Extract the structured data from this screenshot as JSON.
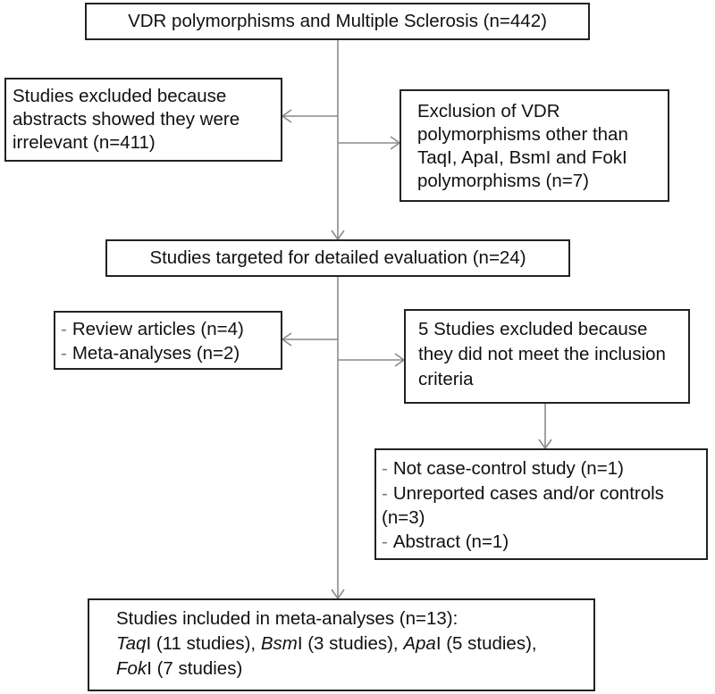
{
  "top": {
    "text": "VDR polymorphisms and Multiple Sclerosis (n=442)"
  },
  "excluded_abstracts": {
    "lines": [
      "Studies excluded because",
      "abstracts showed they were",
      "irrelevant (n=411)"
    ]
  },
  "excluded_polymorphisms": {
    "lines": [
      "Exclusion of VDR",
      "polymorphisms other than",
      "TaqI, ApaI, BsmI and FokI",
      "polymorphisms (n=7)"
    ]
  },
  "targeted": {
    "text": "Studies targeted for detailed evaluation (n=24)"
  },
  "reviews": {
    "items": [
      "Review articles (n=4)",
      "Meta-analyses (n=2)"
    ]
  },
  "excluded_criteria": {
    "lines": [
      "5 Studies excluded because",
      "they did not meet the inclusion",
      "criteria"
    ]
  },
  "reasons": {
    "items": [
      "Not case-control study (n=1)",
      "Unreported cases and/or controls",
      "(n=3)",
      "Abstract (n=1)"
    ]
  },
  "included": {
    "title": "Studies included in meta-analyses (n=13):",
    "taqi": "Taq",
    "taqi_suffix": "I (11 studies), ",
    "bsmi": "Bsm",
    "bsmi_suffix": "I (3 studies), ",
    "apai": "Apa",
    "apai_suffix": "I (5 studies),",
    "foki": "Fok",
    "foki_suffix": "I (7 studies)"
  },
  "dash_glyph": "-"
}
